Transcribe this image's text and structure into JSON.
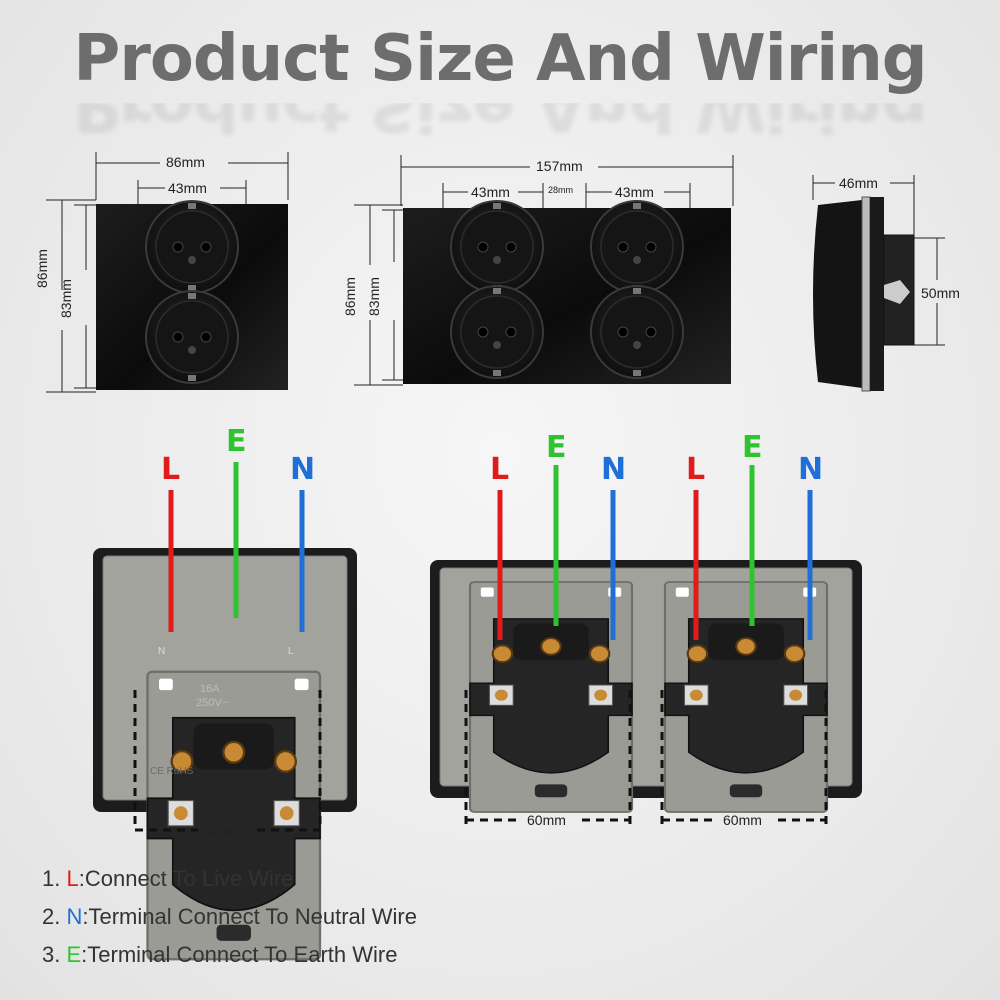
{
  "title": "Product Size And Wiring",
  "dimensions": {
    "single_width": "86mm",
    "single_socket_width": "43mm",
    "single_height": "86mm",
    "single_inner_height": "83mm",
    "double_width": "157mm",
    "double_socket_left": "43mm",
    "double_gap": "28mm",
    "double_socket_right": "43mm",
    "double_height": "86mm",
    "double_inner_height": "83mm",
    "side_depth": "46mm",
    "side_height": "50mm",
    "mount_spacing": "60mm"
  },
  "wire_labels": {
    "live": "L",
    "earth": "E",
    "neutral": "N"
  },
  "colors": {
    "live": "#e11b1b",
    "earth": "#2fc42f",
    "neutral": "#1f6fd6"
  },
  "back_markings": {
    "rating": "16A",
    "voltage": "250V~",
    "cert": "CE RoHS",
    "terminal_n": "N",
    "terminal_l": "L"
  },
  "legend": [
    {
      "num": "1.",
      "key": "L",
      "text": ":Connect To Live Wire"
    },
    {
      "num": "2.",
      "key": "N",
      "text": ":Terminal Connect To Neutral Wire"
    },
    {
      "num": "3.",
      "key": "E",
      "text": ":Terminal Connect To Earth Wire"
    }
  ]
}
